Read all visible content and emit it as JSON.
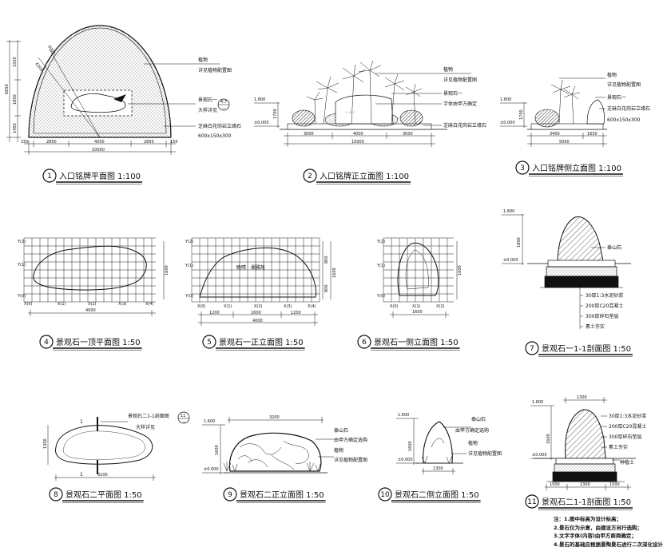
{
  "captions": [
    {
      "num": "1",
      "title": "入口铭牌平面图",
      "scale": "1:100"
    },
    {
      "num": "2",
      "title": "入口铭牌正立面图",
      "scale": "1:100"
    },
    {
      "num": "3",
      "title": "入口铭牌侧立面图",
      "scale": "1:100"
    },
    {
      "num": "4",
      "title": "景观石一顶平面图",
      "scale": "1:50"
    },
    {
      "num": "5",
      "title": "景观石一正立面图",
      "scale": "1:50"
    },
    {
      "num": "6",
      "title": "景观石一侧立面图",
      "scale": "1:50"
    },
    {
      "num": "7",
      "title": "景观石一1-1剖面图",
      "scale": "1:50"
    },
    {
      "num": "8",
      "title": "景观石二平面图",
      "scale": "1:50"
    },
    {
      "num": "9",
      "title": "景观石二正立面图",
      "scale": "1:50"
    },
    {
      "num": "10",
      "title": "景观石二侧立面图",
      "scale": "1:50"
    },
    {
      "num": "11",
      "title": "景观石二1-1剖面图",
      "scale": "1:50"
    }
  ],
  "p1": {
    "labels": [
      "植物",
      "详见植物配置图",
      "景观石一",
      "大样详见",
      "芝麻白花岗岩立缘石",
      "600x150x300"
    ],
    "callout_top": "4-7",
    "callout_bot": "—",
    "dims_bottom": [
      "150",
      "2850",
      "4000",
      "2850",
      "150"
    ],
    "dim_total": "10000",
    "dims_left": [
      "3330",
      "1850",
      "1450"
    ],
    "dim_left_total": "6650",
    "slant": [
      "6300",
      "6000"
    ]
  },
  "p2": {
    "labels": [
      "植物",
      "详见植物配置图",
      "景观石一",
      "字体由甲方确定",
      "芝麻白花岗岩立缘石"
    ],
    "elev_top": "1.800",
    "elev_zero": "±0.000",
    "h": "1700",
    "dims": [
      "3000",
      "4000",
      "3000"
    ],
    "total": "10000"
  },
  "p3": {
    "labels": [
      "植物",
      "详见植物配置图",
      "景观石一",
      "芝麻白花岗岩立缘石",
      "600x150x300"
    ],
    "elev_top": "1.800",
    "elev_zero": "±0.000",
    "h": "1700",
    "dims": [
      "3400",
      "1650"
    ],
    "total": "5050"
  },
  "p4": {
    "ylabels": [
      "Y(2)",
      "Y(1)",
      "Y(0)"
    ],
    "xlabels": [
      "X(0)",
      "X(1)",
      "X(2)",
      "X(3)",
      "X(4)"
    ],
    "dim": "4000",
    "dim_r": "1600"
  },
  "p5": {
    "ylabels": [
      "Y(2)",
      "Y(1)",
      "Y(0)"
    ],
    "xlabels": [
      "X(0)",
      "X(1)",
      "X(2)",
      "X(3)",
      "X(4)"
    ],
    "text": "晚晴 · 湘雅苑",
    "dims": [
      "1200",
      "1600",
      "1200"
    ],
    "total": "4000",
    "dims_r": [
      "800",
      "800"
    ],
    "dim_r_total": "1600"
  },
  "p6": {
    "ylabels": [
      "Y(2)",
      "Y(1)",
      "Y(0)"
    ],
    "xlabels": [
      "X(0)",
      "X(1)",
      "X(2)"
    ],
    "dim": "1600",
    "dim_r": "1600"
  },
  "p7": {
    "elev_top": "1.800",
    "elev_zero": "±0.000",
    "h": "1800",
    "stone": "泰山石",
    "layers": [
      "30厚1:3水泥砂浆",
      "200厚C20混凝土",
      "300厚碎石垫层",
      "素土夯实"
    ]
  },
  "p8": {
    "label1": "景观石二1-1剖面图",
    "label2": "大样详见",
    "callout_top": "11",
    "callout_bot": "—",
    "mark": "1",
    "dim_w": "3200",
    "dim_h": "1300"
  },
  "p9": {
    "labels": [
      "泰山石",
      "由甲方确定选购",
      "植物",
      "详见植物配置图"
    ],
    "elev_top": "1.600",
    "elev_zero": "±0.000",
    "h": "1600",
    "dim": "3200"
  },
  "p10": {
    "labels": [
      "泰山石",
      "由甲方确定选购",
      "植物",
      "详见植物配置图"
    ],
    "elev_top": "1.600",
    "elev_zero": "±0.000",
    "h": "1600",
    "dim": "1300"
  },
  "p11": {
    "elev_top": "1.600",
    "elev_zero": "±0.000",
    "h": "1600",
    "dim": "1300",
    "layers": [
      "30厚1:3水泥砂浆",
      "200厚C20混凝土",
      "300厚碎石垫层",
      "素土夯实"
    ],
    "fill": "种植土",
    "dims_b": [
      "1500",
      "1300",
      "1500"
    ]
  },
  "notes": [
    "注：1.图中标高为设计标高；",
    "2.景石仅为示意，由建设方另行选购；",
    "3.文字字体(内容)由甲方商商确定；",
    "4.景石的基础应根据景陶景石进行二次深化设计"
  ]
}
